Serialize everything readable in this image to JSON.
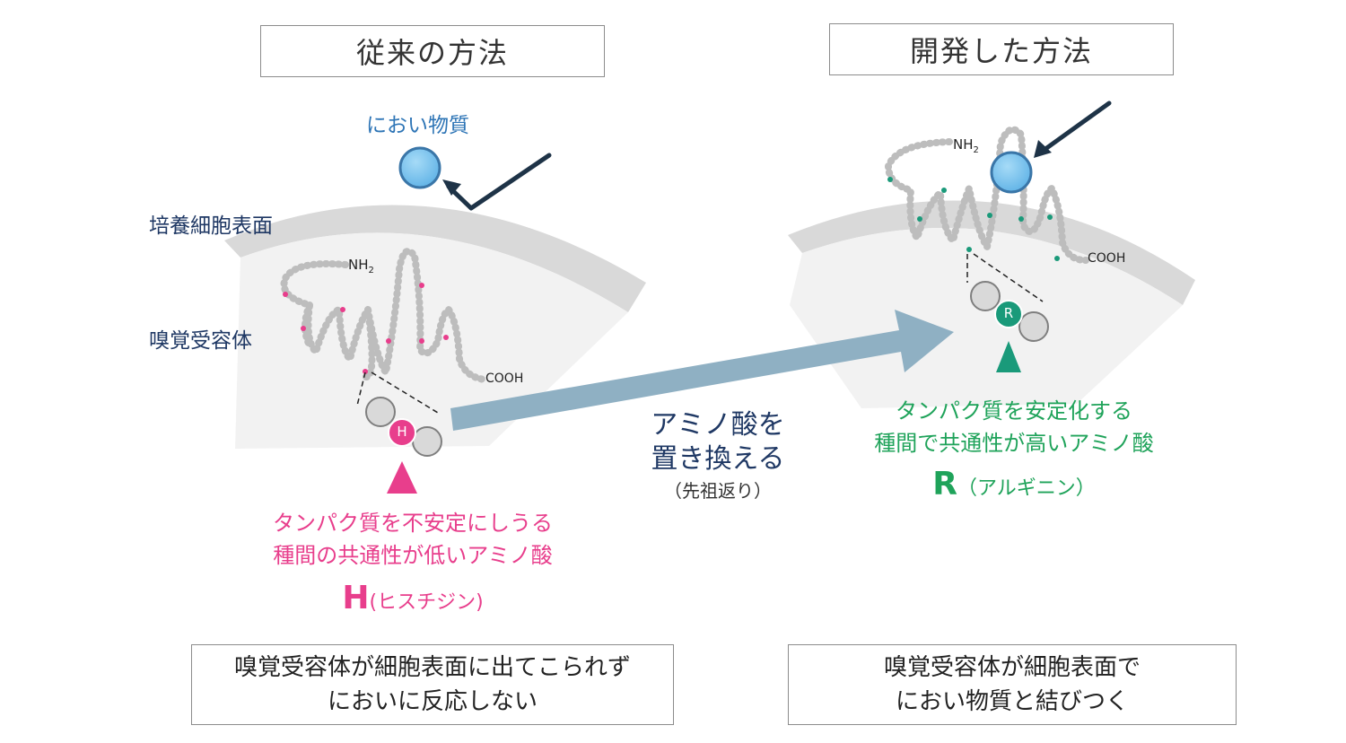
{
  "left_title": "従来の方法",
  "right_title": "開発した方法",
  "odorant_label": "におい物質",
  "cell_surface_label": "培養細胞表面",
  "receptor_label": "嗅覚受容体",
  "nh2_left": "NH",
  "nh2_right": "NH",
  "nh2_sub": "2",
  "cooh_left": "COOH",
  "cooh_right": "COOH",
  "residue_h": "H",
  "residue_r": "R",
  "middle_text": {
    "line1": "アミノ酸を",
    "line2": "置き換える",
    "line3": "（先祖返り）"
  },
  "left_amino": {
    "line1": "タンパク質を不安定にしうる",
    "line2": "種間の共通性が低いアミノ酸",
    "letter": "H",
    "name": "(ヒスチジン)"
  },
  "right_amino": {
    "line1": "タンパク質を安定化する",
    "line2": "種間で共通性が高いアミノ酸",
    "letter": "R",
    "name": "（アルギニン）"
  },
  "left_result": {
    "line1": "嗅覚受容体が細胞表面に出てこられず",
    "line2": "においに反応しない"
  },
  "right_result": {
    "line1": "嗅覚受容体が細胞表面で",
    "line2": "におい物質と結びつく"
  },
  "colors": {
    "pink": "#e83e8c",
    "green": "#1fa35a",
    "teal_residue": "#1a9a7a",
    "odorant": "#74c0ec",
    "arrow": "#8fb0c3",
    "navy": "#1f3864"
  }
}
